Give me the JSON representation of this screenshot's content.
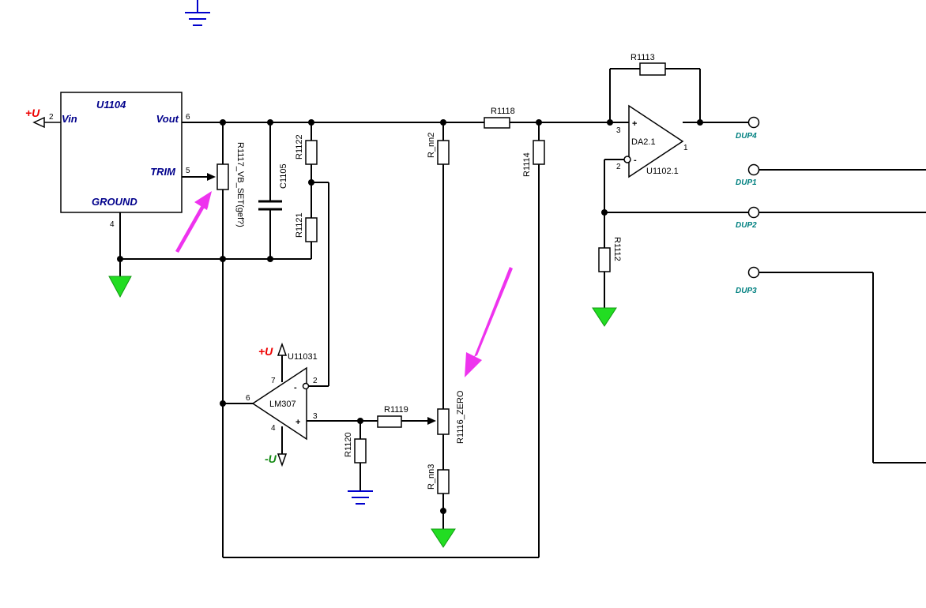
{
  "colors": {
    "wire": "#000000",
    "ground_plain": "#0000cc",
    "ground_signal": "#22dd22",
    "annotation_arrow": "#ee33ee",
    "supply_pos": "#ee0000",
    "supply_neg": "#118811",
    "ic_text": "#00008b",
    "port_text": "#008080"
  },
  "u1104": {
    "ref": "U1104",
    "pin_vin": "Vin",
    "pin_vout": "Vout",
    "pin_trim": "TRIM",
    "pin_ground": "GROUND",
    "num_vin": "2",
    "num_vout": "6",
    "num_trim": "5",
    "num_ground": "4",
    "supply_label": "+U"
  },
  "components": {
    "r1117": "R1117_VB_SET(gef?)",
    "c1105": "C1105",
    "r1122": "R1122",
    "r1121": "R1121",
    "r_nn2": "R_nn2",
    "r1118": "R1118",
    "r1114": "R1114",
    "r1113": "R1113",
    "r1112": "R1112",
    "r1119": "R1119",
    "r1120": "R1120",
    "r1116": "R1116_ZERO",
    "r_nn3": "R_nn3"
  },
  "da21": {
    "name": "DA2.1",
    "ref": "U1102.1",
    "pin_plus": "+",
    "pin_minus": "-",
    "num_plus": "3",
    "num_minus": "2",
    "num_out": "1"
  },
  "lm307": {
    "name": "LM307",
    "ref": "U11031",
    "pin_plus": "+",
    "pin_minus": "-",
    "num_minus": "2",
    "num_plus": "3",
    "num_out": "6",
    "num_vpos": "7",
    "num_vneg": "4",
    "supply_pos": "+U",
    "supply_neg": "-U"
  },
  "ports": {
    "dup4": "DUP4",
    "dup1": "DUP1",
    "dup2": "DUP2",
    "dup3": "DUP3"
  }
}
